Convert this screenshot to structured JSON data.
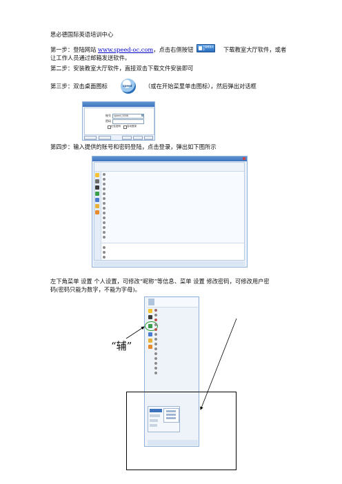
{
  "doc": {
    "title": "思必德国际英语培训中心",
    "step1_a": "第一步：登陆网站 ",
    "step1_link": "www.speed-oc.com",
    "step1_b": "，点击右侧按钮",
    "step1_c": "下载教室大厅软件，或者",
    "step1_d": "让工作人员通过邮箱发送软件。",
    "step2": "第二步：安装教室大厅软件，直接双击下载文件安装即可",
    "step3_a": "第三步：双击桌面图标",
    "step3_b": "（或在开始菜里单击图标），然后弹出对话框",
    "step4": "第四步：输入提供的账号和密码登陆，点击登录，弹出如下图所示",
    "step5_a": "左下角菜单 设置 个人设置，可修改“昵称”等信息、菜单 设置 修改密码，可修改用户密",
    "step5_b": "码(密码只能为数字，不能为字母)。",
    "annotation": "“辅”"
  },
  "download_button": {
    "label": "下载教室大厅",
    "icon": "download-icon"
  },
  "speed_icon": {
    "label": "speed",
    "icon": "speed-app-icon"
  },
  "login_dialog": {
    "account_label": "账号",
    "account_value": "speed_0006",
    "password_label": "密码",
    "remember_label": "记住密码",
    "auto_login_label": "自动登录"
  },
  "colors": {
    "accent": "#3d74bd",
    "link": "#0000cc",
    "highlight_ring": "#2a9d2a",
    "panel_bg": "#eaf1fb"
  }
}
